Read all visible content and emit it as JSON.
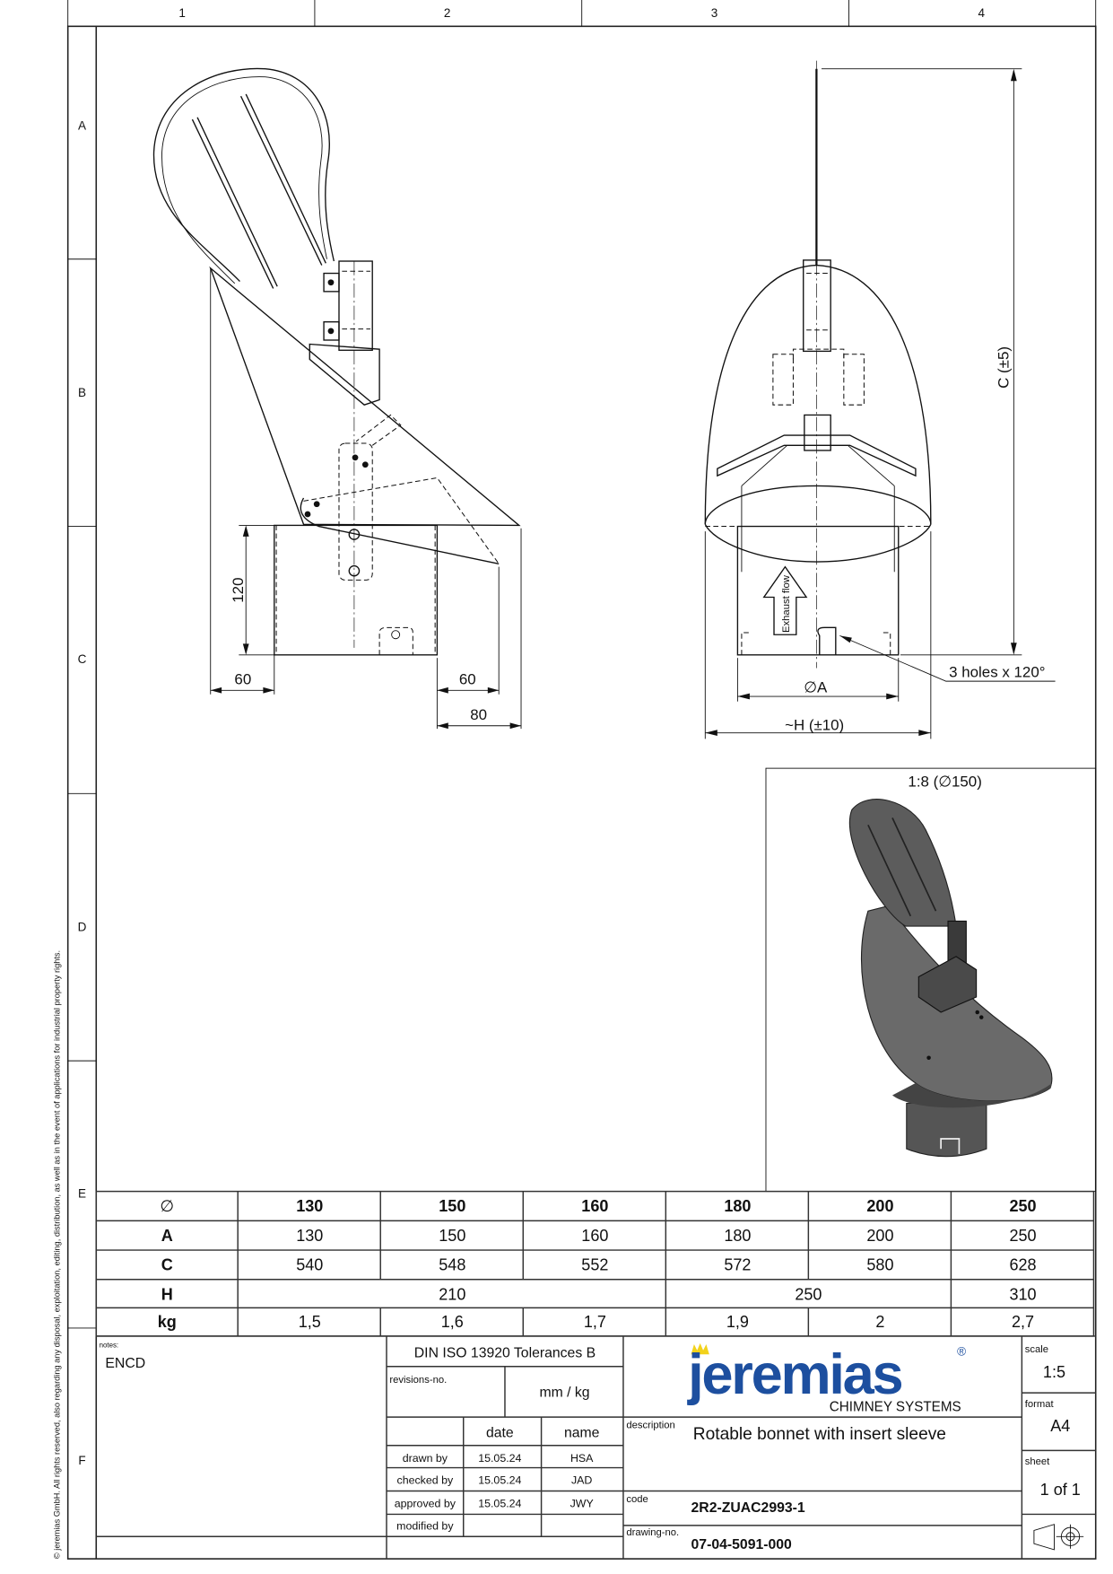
{
  "grid": {
    "columns": [
      "1",
      "2",
      "3",
      "4"
    ],
    "rows": [
      "A",
      "B",
      "C",
      "D",
      "E",
      "F"
    ]
  },
  "copyright": "© jeremias GmbH. All rights reserved, also regarding any disposal, exploitation, editing, distribution, as well as in the event of applications for industrial property rights.",
  "side_view": {
    "dim_120": "120",
    "dim_60_left": "60",
    "dim_60_right": "60",
    "dim_80": "80"
  },
  "front_view": {
    "dim_c": "C (±5)",
    "dim_a": "∅A",
    "dim_h": "~H (±10)",
    "holes_note": "3 holes x 120°",
    "flow_label": "Exhaust flow"
  },
  "detail_view": {
    "title": "1:8 (∅150)"
  },
  "dimension_table": {
    "header": [
      "∅",
      "130",
      "150",
      "160",
      "180",
      "200",
      "250"
    ],
    "rows": {
      "A": {
        "label": "A",
        "values": [
          "130",
          "150",
          "160",
          "180",
          "200",
          "250"
        ]
      },
      "C": {
        "label": "C",
        "values": [
          "540",
          "548",
          "552",
          "572",
          "580",
          "628"
        ]
      },
      "H": {
        "label": "H",
        "values": [
          "210",
          "250",
          "310"
        ]
      },
      "kg": {
        "label": "kg",
        "values": [
          "1,5",
          "1,6",
          "1,7",
          "1,9",
          "2",
          "2,7"
        ]
      }
    }
  },
  "title_block": {
    "notes_label": "notes:",
    "notes": "ENCD",
    "tolerances": "DIN ISO 13920 Tolerances B",
    "revisions_label": "revisions-no.",
    "units": "mm / kg",
    "date_header": "date",
    "name_header": "name",
    "signoffs": [
      {
        "role": "drawn by",
        "date": "15.05.24",
        "name": "HSA"
      },
      {
        "role": "checked by",
        "date": "15.05.24",
        "name": "JAD"
      },
      {
        "role": "approved by",
        "date": "15.05.24",
        "name": "JWY"
      },
      {
        "role": "modified by",
        "date": "",
        "name": ""
      }
    ],
    "logo": {
      "name": "jeremias",
      "tagline": "CHIMNEY SYSTEMS",
      "registered": "®",
      "color": "#1d4f9f",
      "crown_color": "#f2d21b"
    },
    "description_label": "description",
    "description": "Rotable bonnet with insert sleeve",
    "code_label": "code",
    "code": "2R2-ZUAC2993-1",
    "drawing_no_label": "drawing-no.",
    "drawing_no": "07-04-5091-000",
    "scale_label": "scale",
    "scale": "1:5",
    "format_label": "format",
    "format": "A4",
    "sheet_label": "sheet",
    "sheet": "1 of 1"
  }
}
